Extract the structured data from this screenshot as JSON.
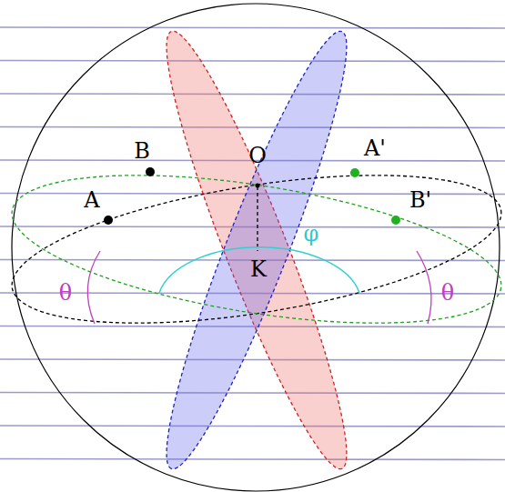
{
  "diagram": {
    "labels": [
      "B",
      "O",
      "A'",
      "A",
      "B'",
      "φ",
      "K",
      "θ",
      "θ"
    ]
  }
}
